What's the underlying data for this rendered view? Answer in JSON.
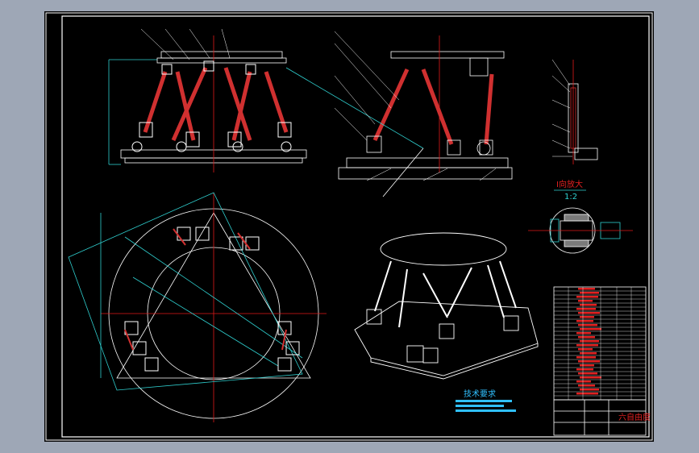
{
  "detail_view": {
    "title": "I向放大",
    "scale": "1:2"
  },
  "title_block": {
    "drawing_name": "六自由度",
    "note_heading": "技术要求"
  },
  "colors": {
    "background": "#000000",
    "frame": "#ffffff",
    "outline": "#ffffff",
    "centerline": "#e01818",
    "dimension": "#2fd0d0",
    "leader": "#5a78ff",
    "text": "#ffffff",
    "table_text": "#e02020",
    "note_text": "#30c0ff",
    "cylinder": "#d03030"
  }
}
